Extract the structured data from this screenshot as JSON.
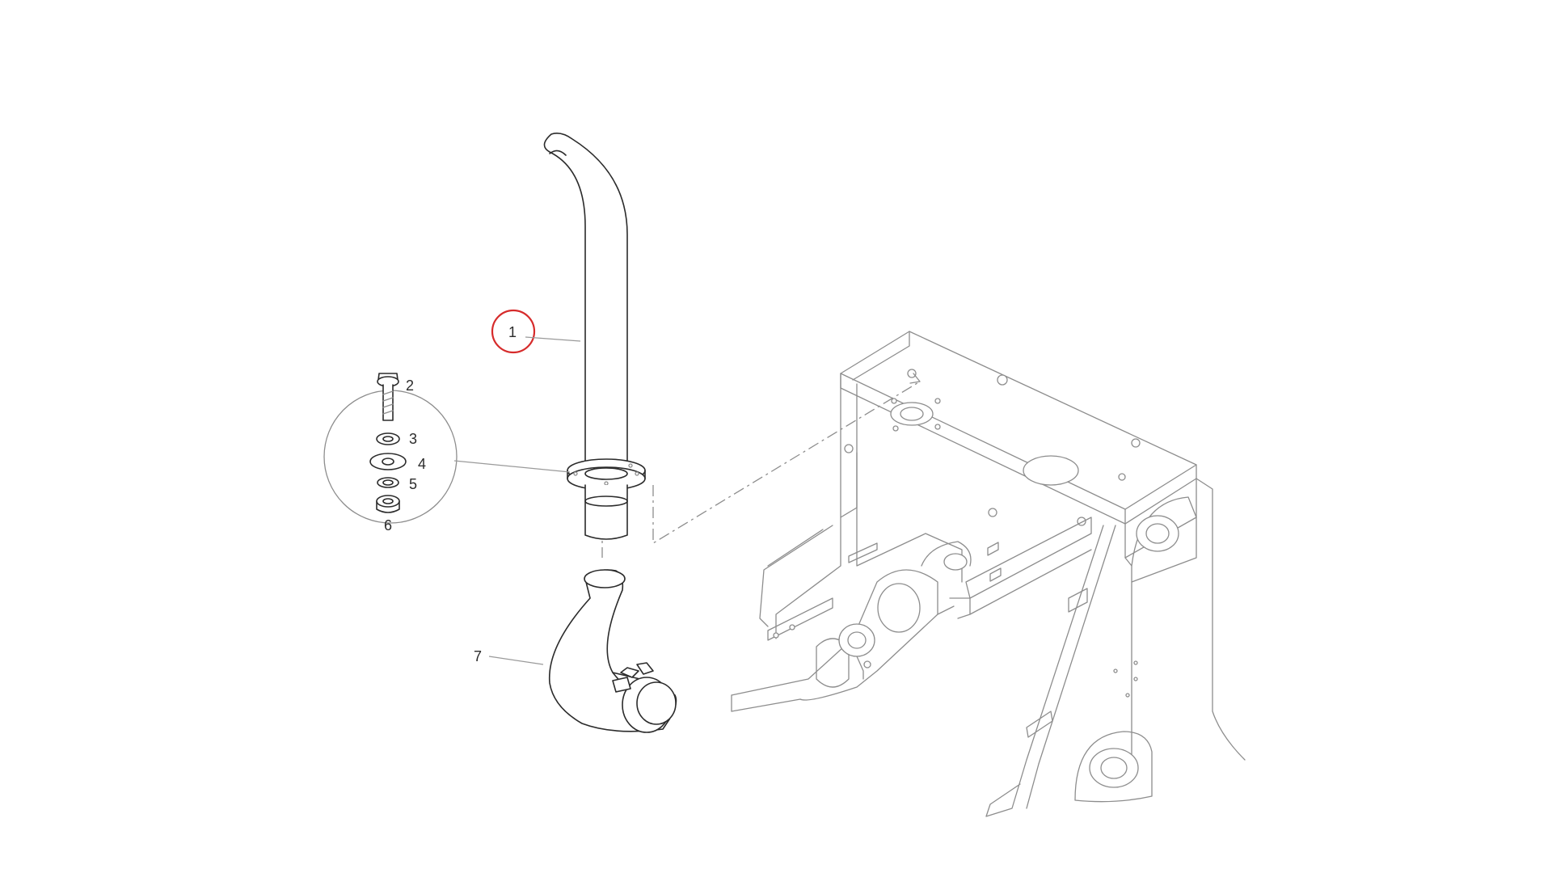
{
  "diagram": {
    "callouts": [
      {
        "id": "1",
        "label": "1",
        "highlighted": true
      },
      {
        "id": "2",
        "label": "2"
      },
      {
        "id": "3",
        "label": "3"
      },
      {
        "id": "4",
        "label": "4"
      },
      {
        "id": "5",
        "label": "5"
      },
      {
        "id": "6",
        "label": "6"
      },
      {
        "id": "7",
        "label": "7"
      }
    ],
    "highlight_color": "#d62b2b",
    "line_color": "#2b2b2b",
    "background_color": "#ffffff"
  }
}
